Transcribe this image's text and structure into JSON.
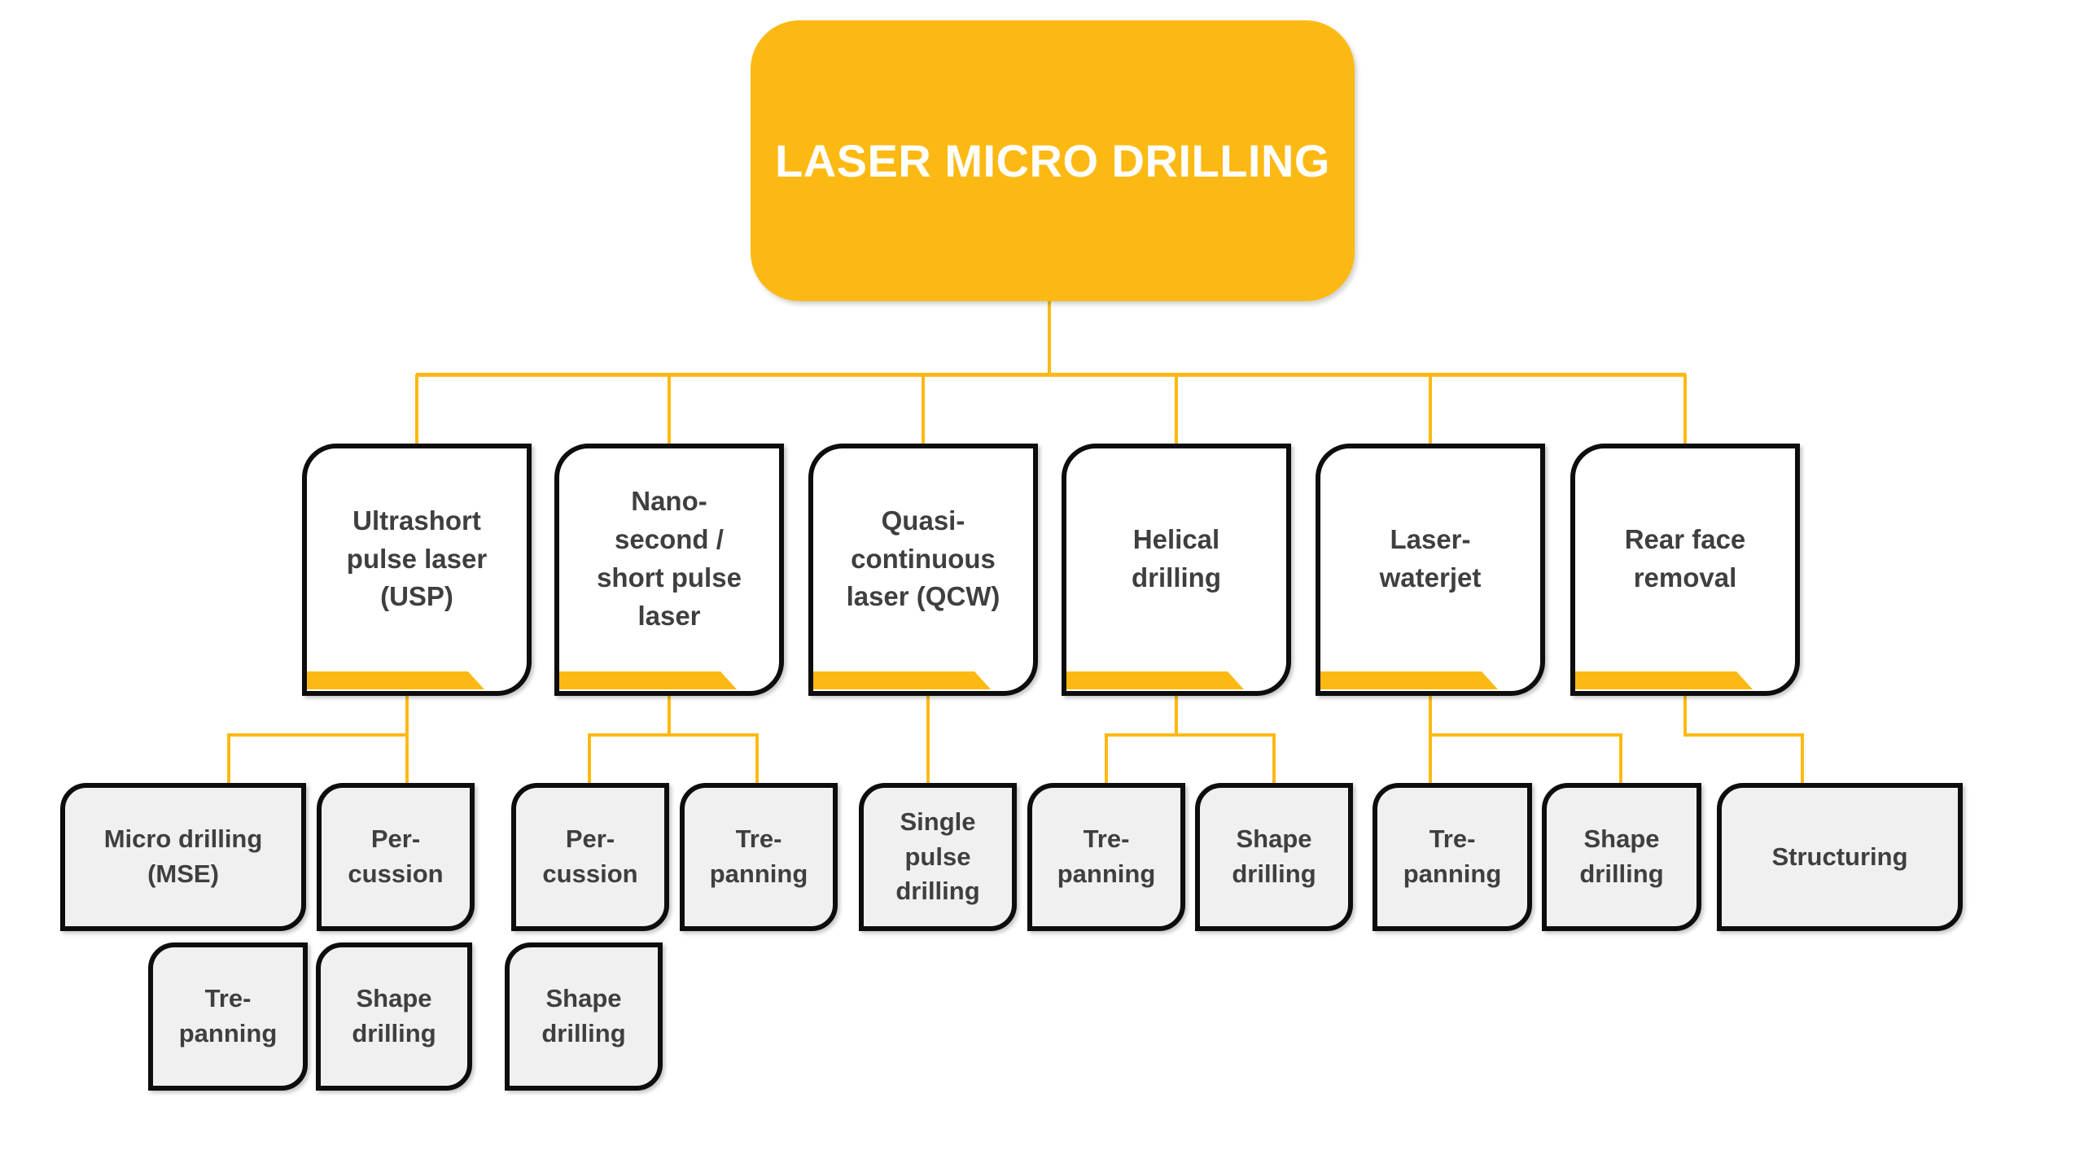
{
  "diagram": {
    "colors": {
      "amber": "#FDB913",
      "connector_line": "#FDB913",
      "box_border": "#0D0D0D",
      "level2_fill": "#FFFFFF",
      "level3_fill": "#F0F0F0",
      "text_dark": "#3F3F3F",
      "root_text": "#FFFFFF",
      "background": "#FFFFFF"
    },
    "boxes": {
      "root": "LASER MICRO DRILLING",
      "usp": "Ultrashort\npulse laser\n(USP)",
      "nano": "Nano-\nsecond /\nshort pulse\nlaser",
      "qcw": "Quasi-\ncontinuous\nlaser (QCW)",
      "helical": "Helical\ndrilling",
      "waterjet": "Laser-\nwaterjet",
      "rear": "Rear face\nremoval",
      "usp_micro": "Micro drilling\n(MSE)",
      "usp_percussion": "Per-\ncussion",
      "usp_trepanning": "Tre-\npanning",
      "usp_shape": "Shape\ndrilling",
      "nano_percussion": "Per-\ncussion",
      "nano_trepanning": "Tre-\npanning",
      "nano_shape": "Shape\ndrilling",
      "qcw_single": "Single\npulse\ndrilling",
      "helical_trepanning": "Tre-\npanning",
      "helical_shape": "Shape\ndrilling",
      "waterjet_trepanning": "Tre-\npanning",
      "waterjet_shape": "Shape\ndrilling",
      "rear_structuring": "Structuring"
    },
    "hierarchy": {
      "root": "LASER MICRO DRILLING",
      "branches": [
        {
          "node": "Ultrashort pulse laser (USP)",
          "children": [
            "Micro drilling (MSE)",
            "Per-cussion",
            "Tre-panning",
            "Shape drilling"
          ]
        },
        {
          "node": "Nano-second / short pulse laser",
          "children": [
            "Per-cussion",
            "Tre-panning",
            "Shape drilling"
          ]
        },
        {
          "node": "Quasi-continuous laser (QCW)",
          "children": [
            "Single pulse drilling"
          ]
        },
        {
          "node": "Helical drilling",
          "children": [
            "Tre-panning",
            "Shape drilling"
          ]
        },
        {
          "node": "Laser-waterjet",
          "children": [
            "Tre-panning",
            "Shape drilling"
          ]
        },
        {
          "node": "Rear face removal",
          "children": [
            "Structuring"
          ]
        }
      ]
    }
  }
}
